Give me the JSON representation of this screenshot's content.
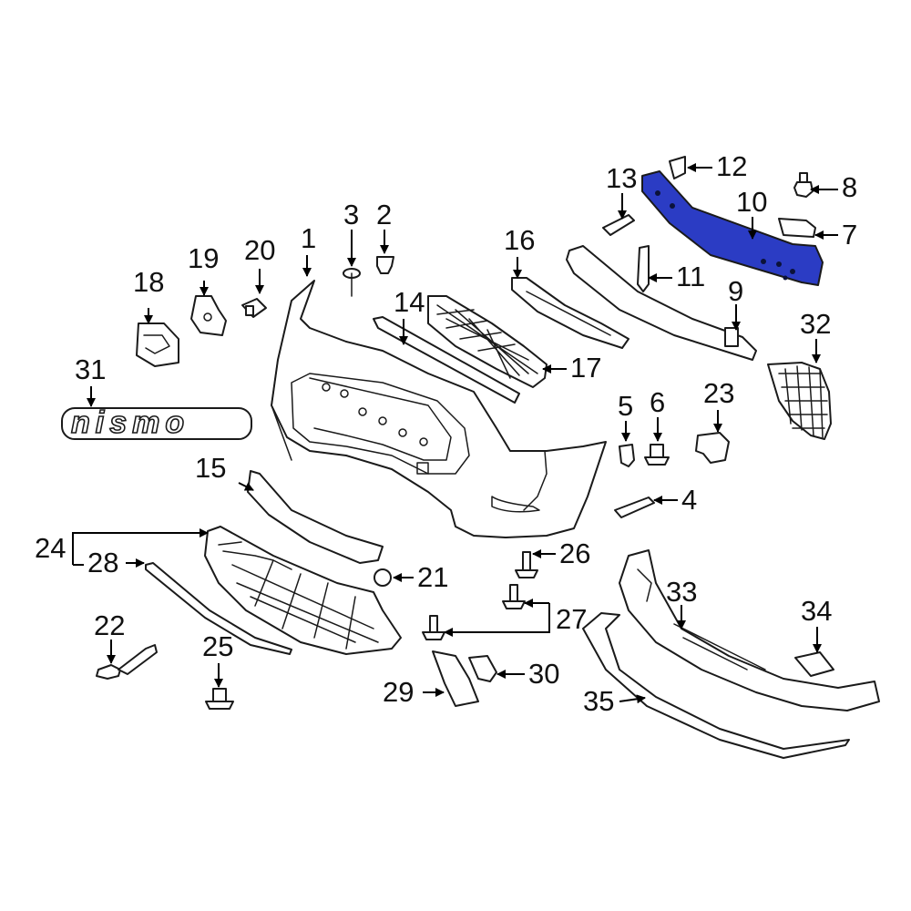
{
  "highlight_color": "#2b3cc4",
  "highlighted_part": "10",
  "emblem_text": "nismo",
  "callouts": {
    "c1": "1",
    "c2": "2",
    "c3": "3",
    "c4": "4",
    "c5": "5",
    "c6": "6",
    "c7": "7",
    "c8": "8",
    "c9": "9",
    "c10": "10",
    "c11": "11",
    "c12": "12",
    "c13": "13",
    "c14": "14",
    "c15": "15",
    "c16": "16",
    "c17": "17",
    "c18": "18",
    "c19": "19",
    "c20": "20",
    "c21": "21",
    "c22": "22",
    "c23": "23",
    "c24": "24",
    "c25": "25",
    "c26": "26",
    "c27": "27",
    "c28": "28",
    "c29": "29",
    "c30": "30",
    "c31": "31",
    "c32": "32",
    "c33": "33",
    "c34": "34",
    "c35": "35"
  }
}
